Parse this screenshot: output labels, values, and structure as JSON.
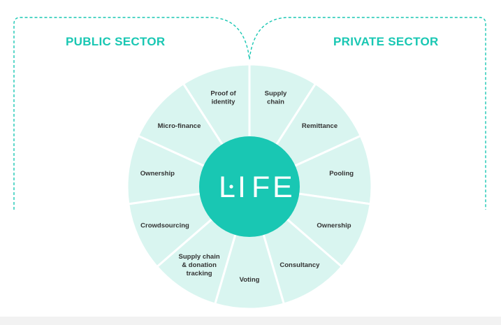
{
  "sectors": {
    "public": "PUBLIC SECTOR",
    "private": "PRIVATE SECTOR"
  },
  "hub": {
    "letters": [
      "L",
      "I",
      "F",
      "E"
    ]
  },
  "segments": [
    {
      "id": "proof-of-identity",
      "lines": [
        "Proof of",
        "identity"
      ]
    },
    {
      "id": "supply-chain",
      "lines": [
        "Supply",
        "chain"
      ]
    },
    {
      "id": "remittance",
      "lines": [
        "Remittance"
      ]
    },
    {
      "id": "pooling",
      "lines": [
        "Pooling"
      ]
    },
    {
      "id": "ownership-private",
      "lines": [
        "Ownership"
      ]
    },
    {
      "id": "consultancy",
      "lines": [
        "Consultancy"
      ]
    },
    {
      "id": "voting",
      "lines": [
        "Voting"
      ]
    },
    {
      "id": "supply-chain-donation-tracking",
      "lines": [
        "Supply chain",
        "& donation",
        "tracking"
      ]
    },
    {
      "id": "crowdsourcing",
      "lines": [
        "Crowdsourcing"
      ]
    },
    {
      "id": "ownership-public",
      "lines": [
        "Ownership"
      ]
    },
    {
      "id": "micro-finance",
      "lines": [
        "Micro-finance"
      ]
    }
  ],
  "colors": {
    "accent": "#19c7b3",
    "segment_fill": "#d9f5f0",
    "segment_stroke": "#ffffff",
    "label": "#333333"
  }
}
